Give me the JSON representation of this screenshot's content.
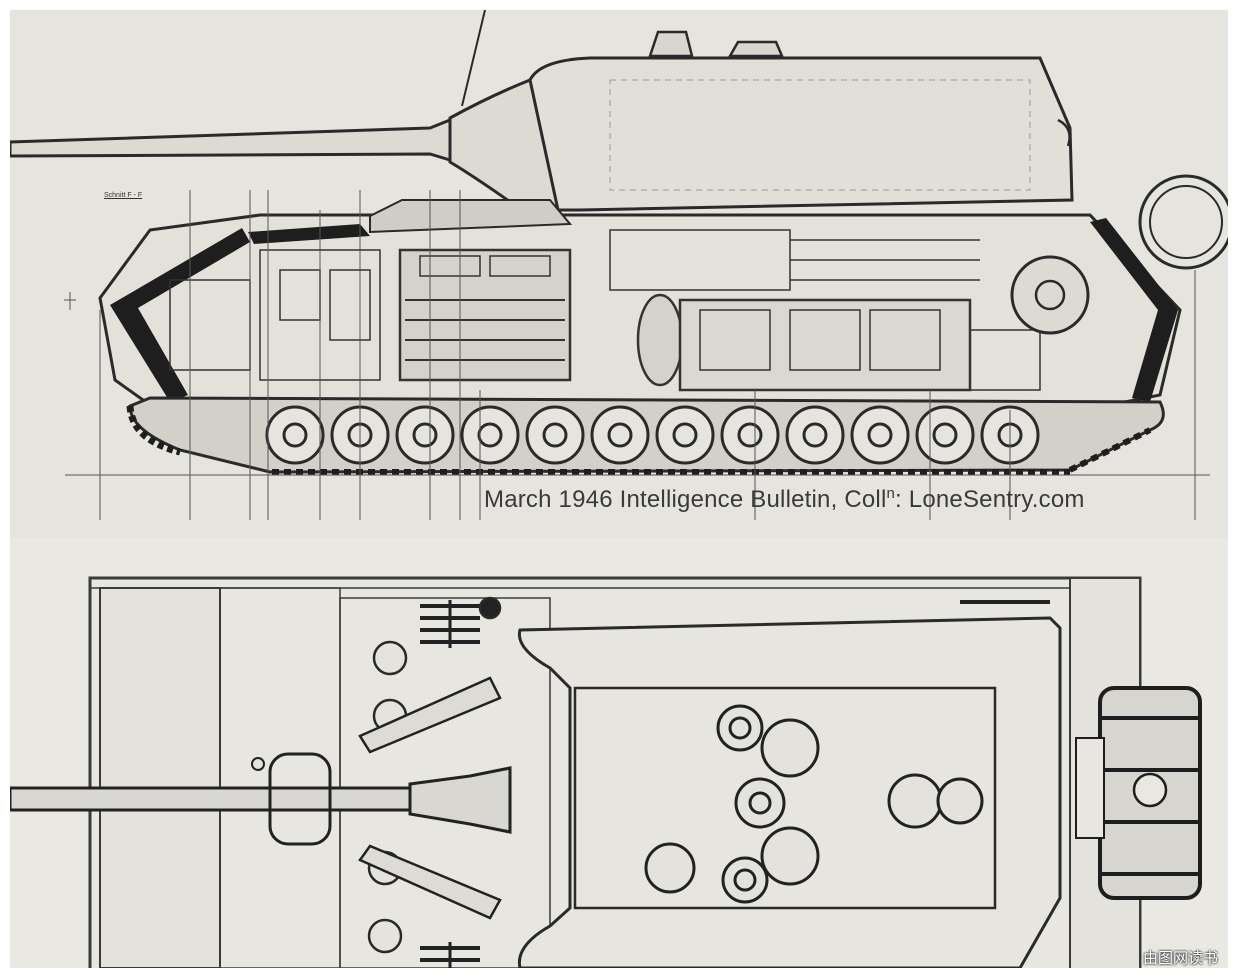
{
  "caption": {
    "text": "March 1946 Intelligence Bulletin, Coll",
    "superscript": "n",
    "suffix": ": LoneSentry.com"
  },
  "side_label": "Schnitt F - F",
  "corner_watermark": "由图网读书"
}
